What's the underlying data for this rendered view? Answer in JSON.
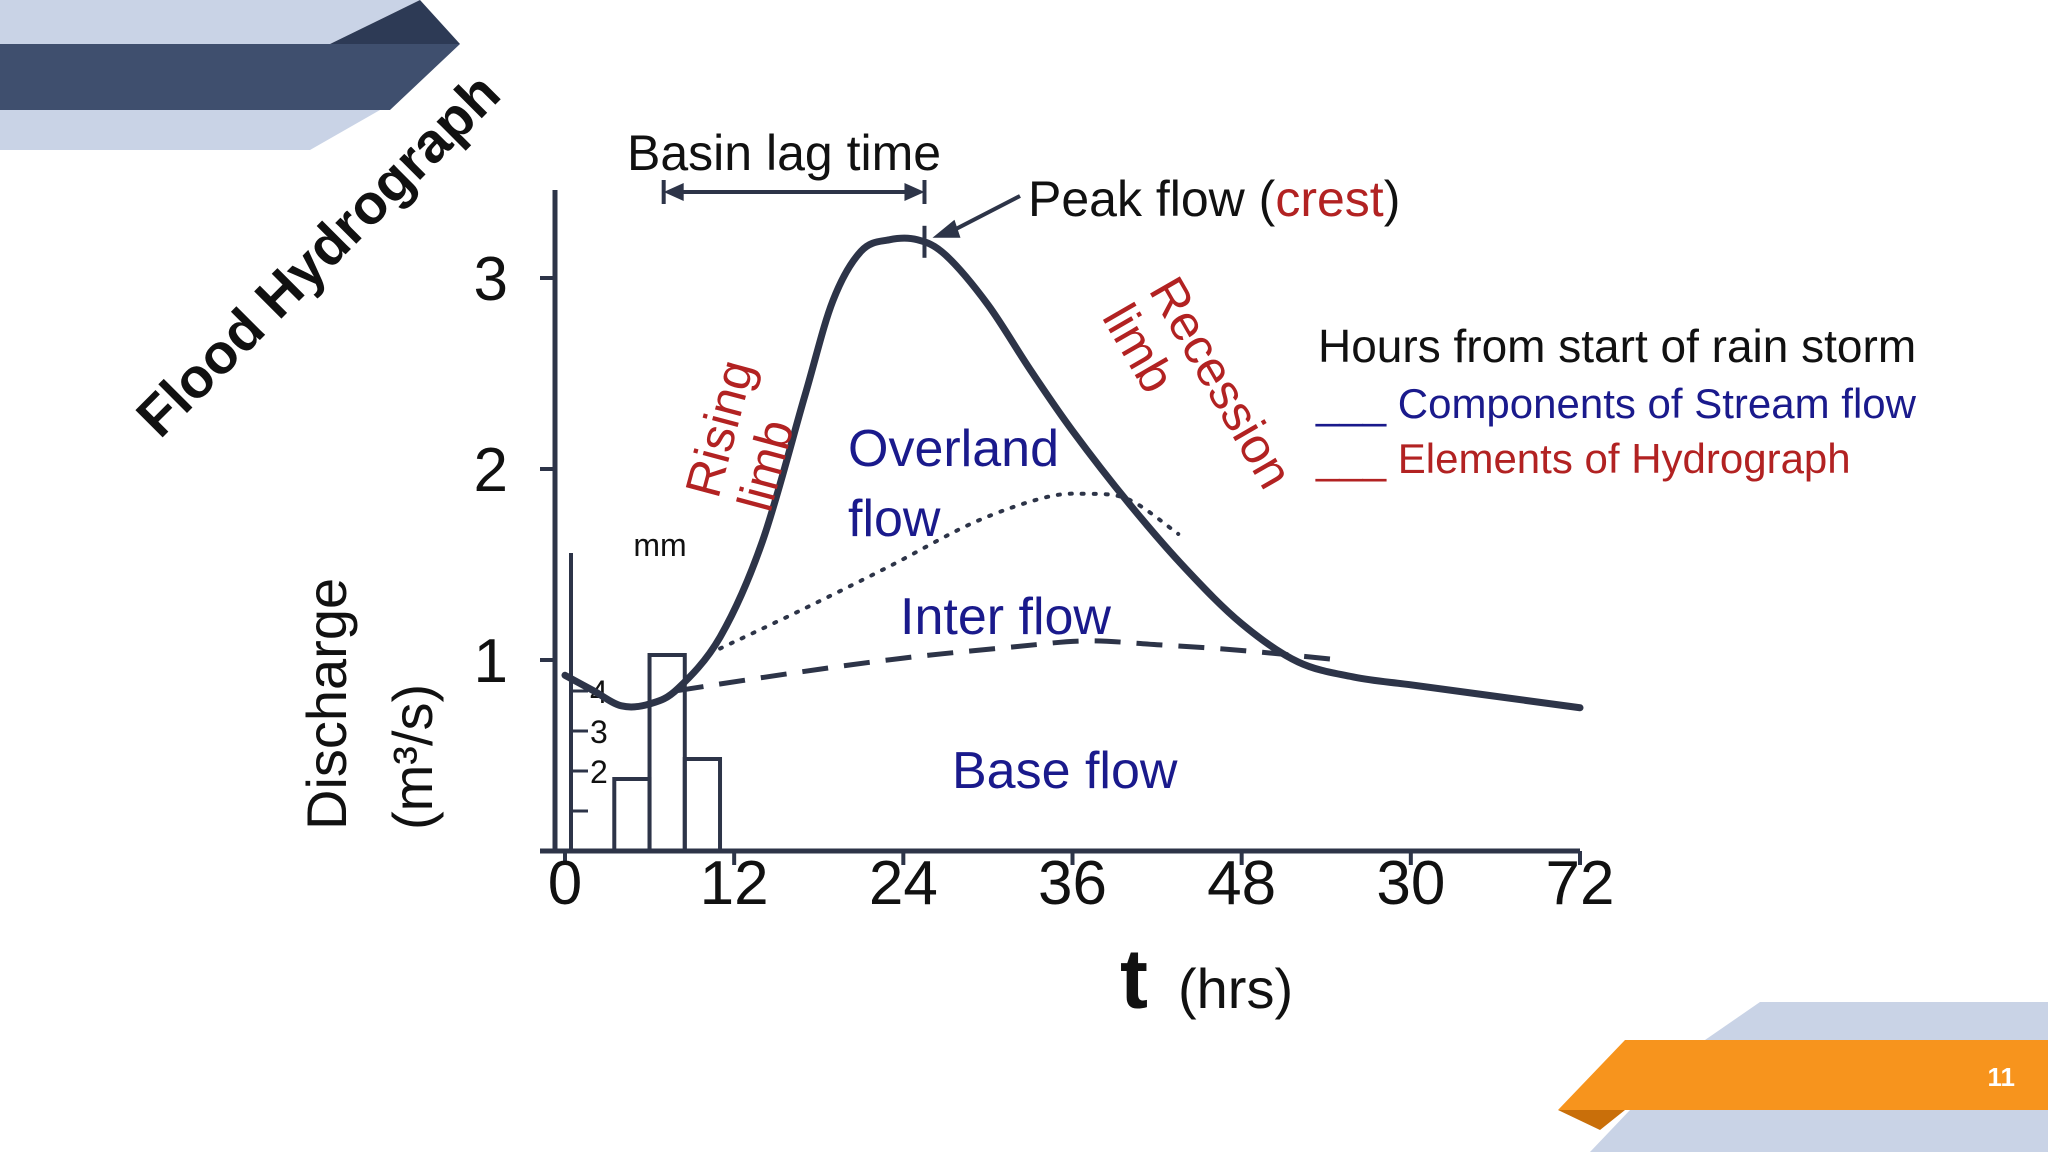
{
  "slide": {
    "page_number": "11",
    "colors": {
      "dark_navy": "#3f4f6e",
      "light_blue": "#c9d3e6",
      "orange": "#f7941d",
      "label_red": "#b22222",
      "label_blue": "#1a1a8c",
      "curve": "#2d3448"
    }
  },
  "chart_data": {
    "type": "line",
    "title": "Flood Hydrograph",
    "ylabel": "Discharge",
    "ylabel_unit": "(m³/s)",
    "xlabel_symbol": "t",
    "xlabel_unit": "(hrs)",
    "y_ticks": [
      "1",
      "2",
      "3"
    ],
    "x_ticks": [
      "0",
      "12",
      "24",
      "36",
      "48",
      "30",
      "72"
    ],
    "ylim": [
      0,
      3.4
    ],
    "xlim": [
      0,
      72
    ],
    "legend": {
      "heading": "Hours from start of rain storm",
      "entries": [
        {
          "marker": "___",
          "label": "Components of Stream flow",
          "color": "#1a1a8c"
        },
        {
          "marker": "___",
          "label": "Elements of Hydrograph",
          "color": "#b22222"
        }
      ]
    },
    "series": [
      {
        "name": "Discharge hydrograph",
        "style": "solid",
        "x": [
          0,
          2,
          4,
          6,
          8,
          11,
          14,
          17,
          19,
          21,
          23,
          25,
          27,
          30,
          33,
          36,
          40,
          44,
          48,
          52,
          56,
          60,
          65,
          72
        ],
        "y": [
          0.92,
          0.84,
          0.76,
          0.77,
          0.85,
          1.12,
          1.62,
          2.38,
          2.88,
          3.14,
          3.2,
          3.2,
          3.12,
          2.86,
          2.52,
          2.2,
          1.82,
          1.48,
          1.19,
          0.99,
          0.91,
          0.87,
          0.82,
          0.75
        ]
      },
      {
        "name": "Overland/inter flow boundary",
        "style": "dotted",
        "x": [
          11,
          17,
          23,
          29,
          34,
          37,
          40,
          43.5
        ],
        "y": [
          1.06,
          1.27,
          1.49,
          1.72,
          1.85,
          1.87,
          1.84,
          1.66
        ]
      },
      {
        "name": "Inter/base flow boundary",
        "style": "dashed",
        "x": [
          8,
          16,
          24,
          32,
          37,
          42,
          48,
          55
        ],
        "y": [
          0.84,
          0.93,
          1.01,
          1.07,
          1.1,
          1.08,
          1.05,
          1.0
        ]
      }
    ],
    "rainfall_bars": {
      "unit": "mm",
      "ticks": [
        "2",
        "3",
        "4"
      ],
      "bars": [
        {
          "x_start": 3,
          "x_end": 5.5,
          "value": 1.8
        },
        {
          "x_start": 5.5,
          "x_end": 8,
          "value": 4.9
        },
        {
          "x_start": 8,
          "x_end": 10.5,
          "value": 2.3
        }
      ]
    },
    "annotations": [
      {
        "text": "Basin lag time",
        "kind": "span",
        "x_start": 7,
        "x_end": 25.5
      },
      {
        "text": "Peak flow (",
        "accent": "crest",
        "close": ")",
        "kind": "pointer",
        "x": 25.5,
        "y": 3.2
      },
      {
        "text": "Rising",
        "text2": "limb",
        "kind": "label",
        "color": "#b22222"
      },
      {
        "text": "Recession",
        "text2": "limb",
        "kind": "label",
        "color": "#b22222"
      },
      {
        "text": "Overland",
        "text2": "flow",
        "kind": "region",
        "color": "#1a1a8c"
      },
      {
        "text": "Inter flow",
        "kind": "region",
        "color": "#1a1a8c"
      },
      {
        "text": "Base flow",
        "kind": "region",
        "color": "#1a1a8c"
      }
    ]
  }
}
